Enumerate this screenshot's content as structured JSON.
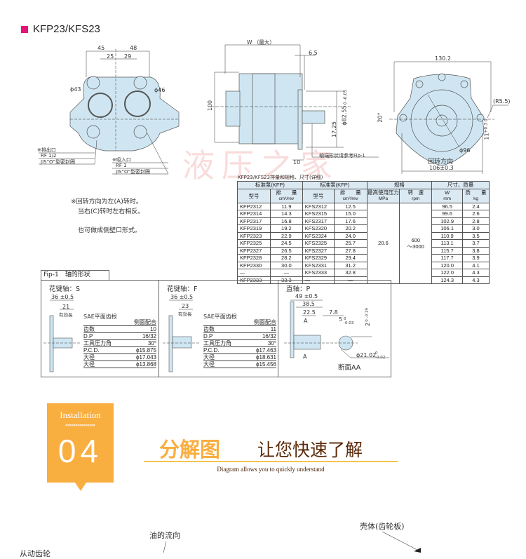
{
  "header": {
    "title": "KFP23/KFS23",
    "accent": "#e4157a"
  },
  "front_view": {
    "dim_45": "45",
    "dim_48": "48",
    "dim_25": "25",
    "dim_29": "29",
    "dia_43": "ϕ43",
    "dia_46": "ϕ46",
    "outlet": [
      "※排出口",
      "RF 1/2",
      "JIS“O”型密封圈"
    ],
    "inlet": [
      "※吸入口",
      "RF 1",
      "JIS“O”型密封圈"
    ]
  },
  "side_view": {
    "w_label": "W （最大）",
    "dim_6_5": "6.5",
    "dim_100": "100",
    "dim_17_25": "17.25",
    "dia_82_55": "ϕ82.55",
    "tol_82": "0 -0.05",
    "dim_10": "10",
    "shaft_note": "轴端形状请参考Fip-1"
  },
  "rear_view": {
    "dim_130_2": "130.2",
    "r55": "(R5.5)",
    "angle": "20°",
    "dim_11": "11",
    "tol_11": "+0.3 0",
    "dia_96": "ϕ96",
    "rotation": "回转方向",
    "dim_106": "106±0.3"
  },
  "notes": [
    "※回转方向为左(A)转时。",
    "当右(C)转时左右相反。",
    "也可做成侧壁口形式。"
  ],
  "watermark": "液压之家",
  "table": {
    "caption": "KFP23/KFS23排量和规格、尺寸(详细)",
    "groups": [
      "标准泵(KFP)",
      "标准泵(KFP)",
      "规格",
      "尺寸、质量"
    ],
    "headers": [
      [
        "型号",
        ""
      ],
      [
        "排　　量",
        "cm³/rev"
      ],
      [
        "型号",
        ""
      ],
      [
        "排　　量",
        "cm³/rev"
      ],
      [
        "最高使用压力",
        "MPa"
      ],
      [
        "转　速",
        "rpm"
      ],
      [
        "W",
        "mm"
      ],
      [
        "质　　量",
        "kg"
      ]
    ],
    "pressure": "20.6",
    "speed": [
      "600",
      "～3000"
    ],
    "rows": [
      [
        "KFP2312",
        "11.9",
        "KFS2312",
        "12.5",
        "96.5",
        "2.4"
      ],
      [
        "KFP2314",
        "14.3",
        "KFS2315",
        "15.0",
        "99.6",
        "2.6"
      ],
      [
        "KFP2317",
        "16.8",
        "KFS2317",
        "17.6",
        "102.9",
        "2.8"
      ],
      [
        "KFP2319",
        "19.2",
        "KFS2320",
        "20.2",
        "106.1",
        "3.0"
      ],
      [
        "KFP2323",
        "22.9",
        "KFS2324",
        "24.0",
        "110.9",
        "3.5"
      ],
      [
        "KFP2325",
        "24.5",
        "KFS2325",
        "25.7",
        "113.1",
        "3.7"
      ],
      [
        "KFP2327",
        "26.5",
        "KFS2327",
        "27.8",
        "115.7",
        "3.8"
      ],
      [
        "KFP2328",
        "28.2",
        "KFS2329",
        "29.4",
        "117.7",
        "3.9"
      ],
      [
        "KFP2330",
        "30.0",
        "KFS2331",
        "31.2",
        "120.0",
        "4.1"
      ],
      [
        "—",
        "—",
        "KFS2333",
        "32.8",
        "122.0",
        "4.3"
      ],
      [
        "KFP2333",
        "33.3",
        "—",
        "—",
        "124.3",
        "4.3"
      ]
    ]
  },
  "fip": {
    "tab": "Fip-1　轴的形状",
    "s": {
      "title": "花键轴：S",
      "len": "36 ±0.5",
      "eff": "21",
      "eff_label": "有効長",
      "sae": "SAE平面齿根",
      "fit": "侧面配合",
      "rows": [
        [
          "齿数",
          "10"
        ],
        [
          "D.P",
          "16/32"
        ],
        [
          "工具压力角",
          "30°"
        ],
        [
          "P.C.D.",
          "ϕ15.875"
        ],
        [
          "大径",
          "ϕ17.043"
        ],
        [
          "大径",
          "ϕ13.868"
        ]
      ]
    },
    "f": {
      "title": "花键轴：F",
      "len": "36 ±0.5",
      "eff": "23",
      "eff_label": "有効長",
      "sae": "SAE平面齿根",
      "fit": "侧面配合",
      "rows": [
        [
          "齿数",
          "11"
        ],
        [
          "D.P",
          "16/32"
        ],
        [
          "工具压力角",
          "30°"
        ],
        [
          "P.C.D.",
          "ϕ17.463"
        ],
        [
          "大径",
          "ϕ18.631"
        ],
        [
          "大径",
          "ϕ15.456"
        ]
      ]
    },
    "p": {
      "title": "直轴：P",
      "len": "49 ±0.5",
      "d385": "38.5",
      "d225": "22.5",
      "d78": "7.8",
      "key": "5",
      "key_tol": "0 -0.03",
      "depth": "2",
      "depth_tol": "0 -0.19",
      "dia": "ϕ21.02",
      "dia_tol": "0 -0.02",
      "a": "A",
      "section": "断面AA"
    }
  },
  "install": {
    "label": "Installation",
    "small": "■■■■■■■■■■■■■■■",
    "number": "04",
    "color": "#f9ae40"
  },
  "headline": {
    "main": "分解图",
    "sub": "让您快速了解",
    "english": "Diagram allows you to quickly understand"
  },
  "diagram": {
    "oil_flow": "油的流向",
    "housing": "壳体(齿轮板)",
    "driven_gear": "从动齿轮"
  }
}
